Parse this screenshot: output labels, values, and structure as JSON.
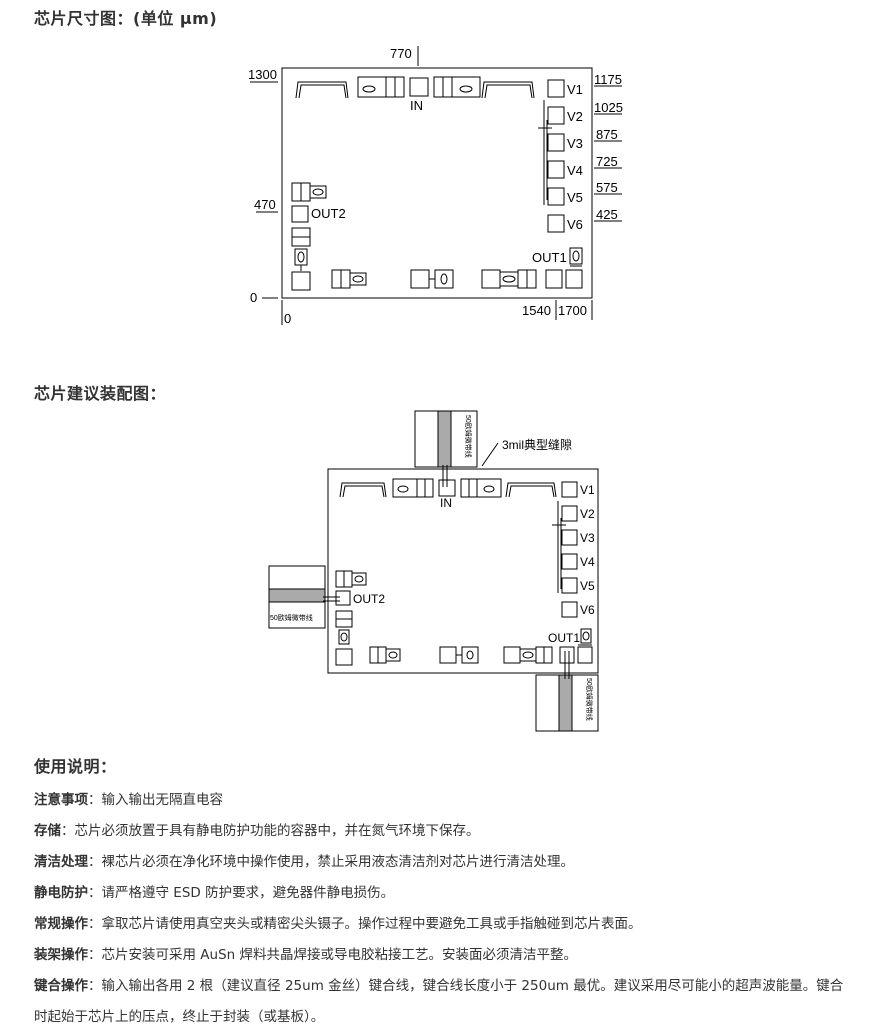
{
  "headings": {
    "dimensions": "芯片尺寸图：(单位 μm)",
    "assembly": "芯片建议装配图：",
    "usage": "使用说明："
  },
  "dimension_figure": {
    "top_dim": "770",
    "left_dims": [
      "1300",
      "470",
      "0"
    ],
    "bottom_dims": [
      "0",
      "1540",
      "1700"
    ],
    "right_dims": [
      "1175",
      "1025",
      "875",
      "725",
      "575",
      "425"
    ],
    "pads": {
      "in": "IN",
      "out1": "OUT1",
      "out2": "OUT2",
      "v": [
        "V1",
        "V2",
        "V3",
        "V4",
        "V5",
        "V6"
      ]
    }
  },
  "assembly_figure": {
    "callout": "3mil典型缝隙",
    "line_label": "50欧姆微带线",
    "pads": {
      "in": "IN",
      "out1": "OUT1",
      "out2": "OUT2",
      "v": [
        "V1",
        "V2",
        "V3",
        "V4",
        "V5",
        "V6"
      ]
    }
  },
  "notes": [
    {
      "label": "注意事项",
      "text": "：输入输出无隔直电容"
    },
    {
      "label": "存储",
      "text": "：芯片必须放置于具有静电防护功能的容器中，并在氮气环境下保存。"
    },
    {
      "label": "清洁处理",
      "text": "：裸芯片必须在净化环境中操作使用，禁止采用液态清洁剂对芯片进行清洁处理。"
    },
    {
      "label": "静电防护",
      "text": "：请严格遵守 ESD 防护要求，避免器件静电损伤。"
    },
    {
      "label": "常规操作",
      "text": "：拿取芯片请使用真空夹头或精密尖头镊子。操作过程中要避免工具或手指触碰到芯片表面。"
    },
    {
      "label": "装架操作",
      "text": "：芯片安装可采用 AuSn 焊料共晶焊接或导电胶粘接工艺。安装面必须清洁平整。"
    },
    {
      "label": "键合操作",
      "text": "：输入输出各用 2 根（建议直径 25um 金丝）键合线，键合线长度小于 250um 最优。建议采用尽可能小的超声波能量。键合时起始于芯片上的压点，终止于封装（或基板）。"
    }
  ]
}
